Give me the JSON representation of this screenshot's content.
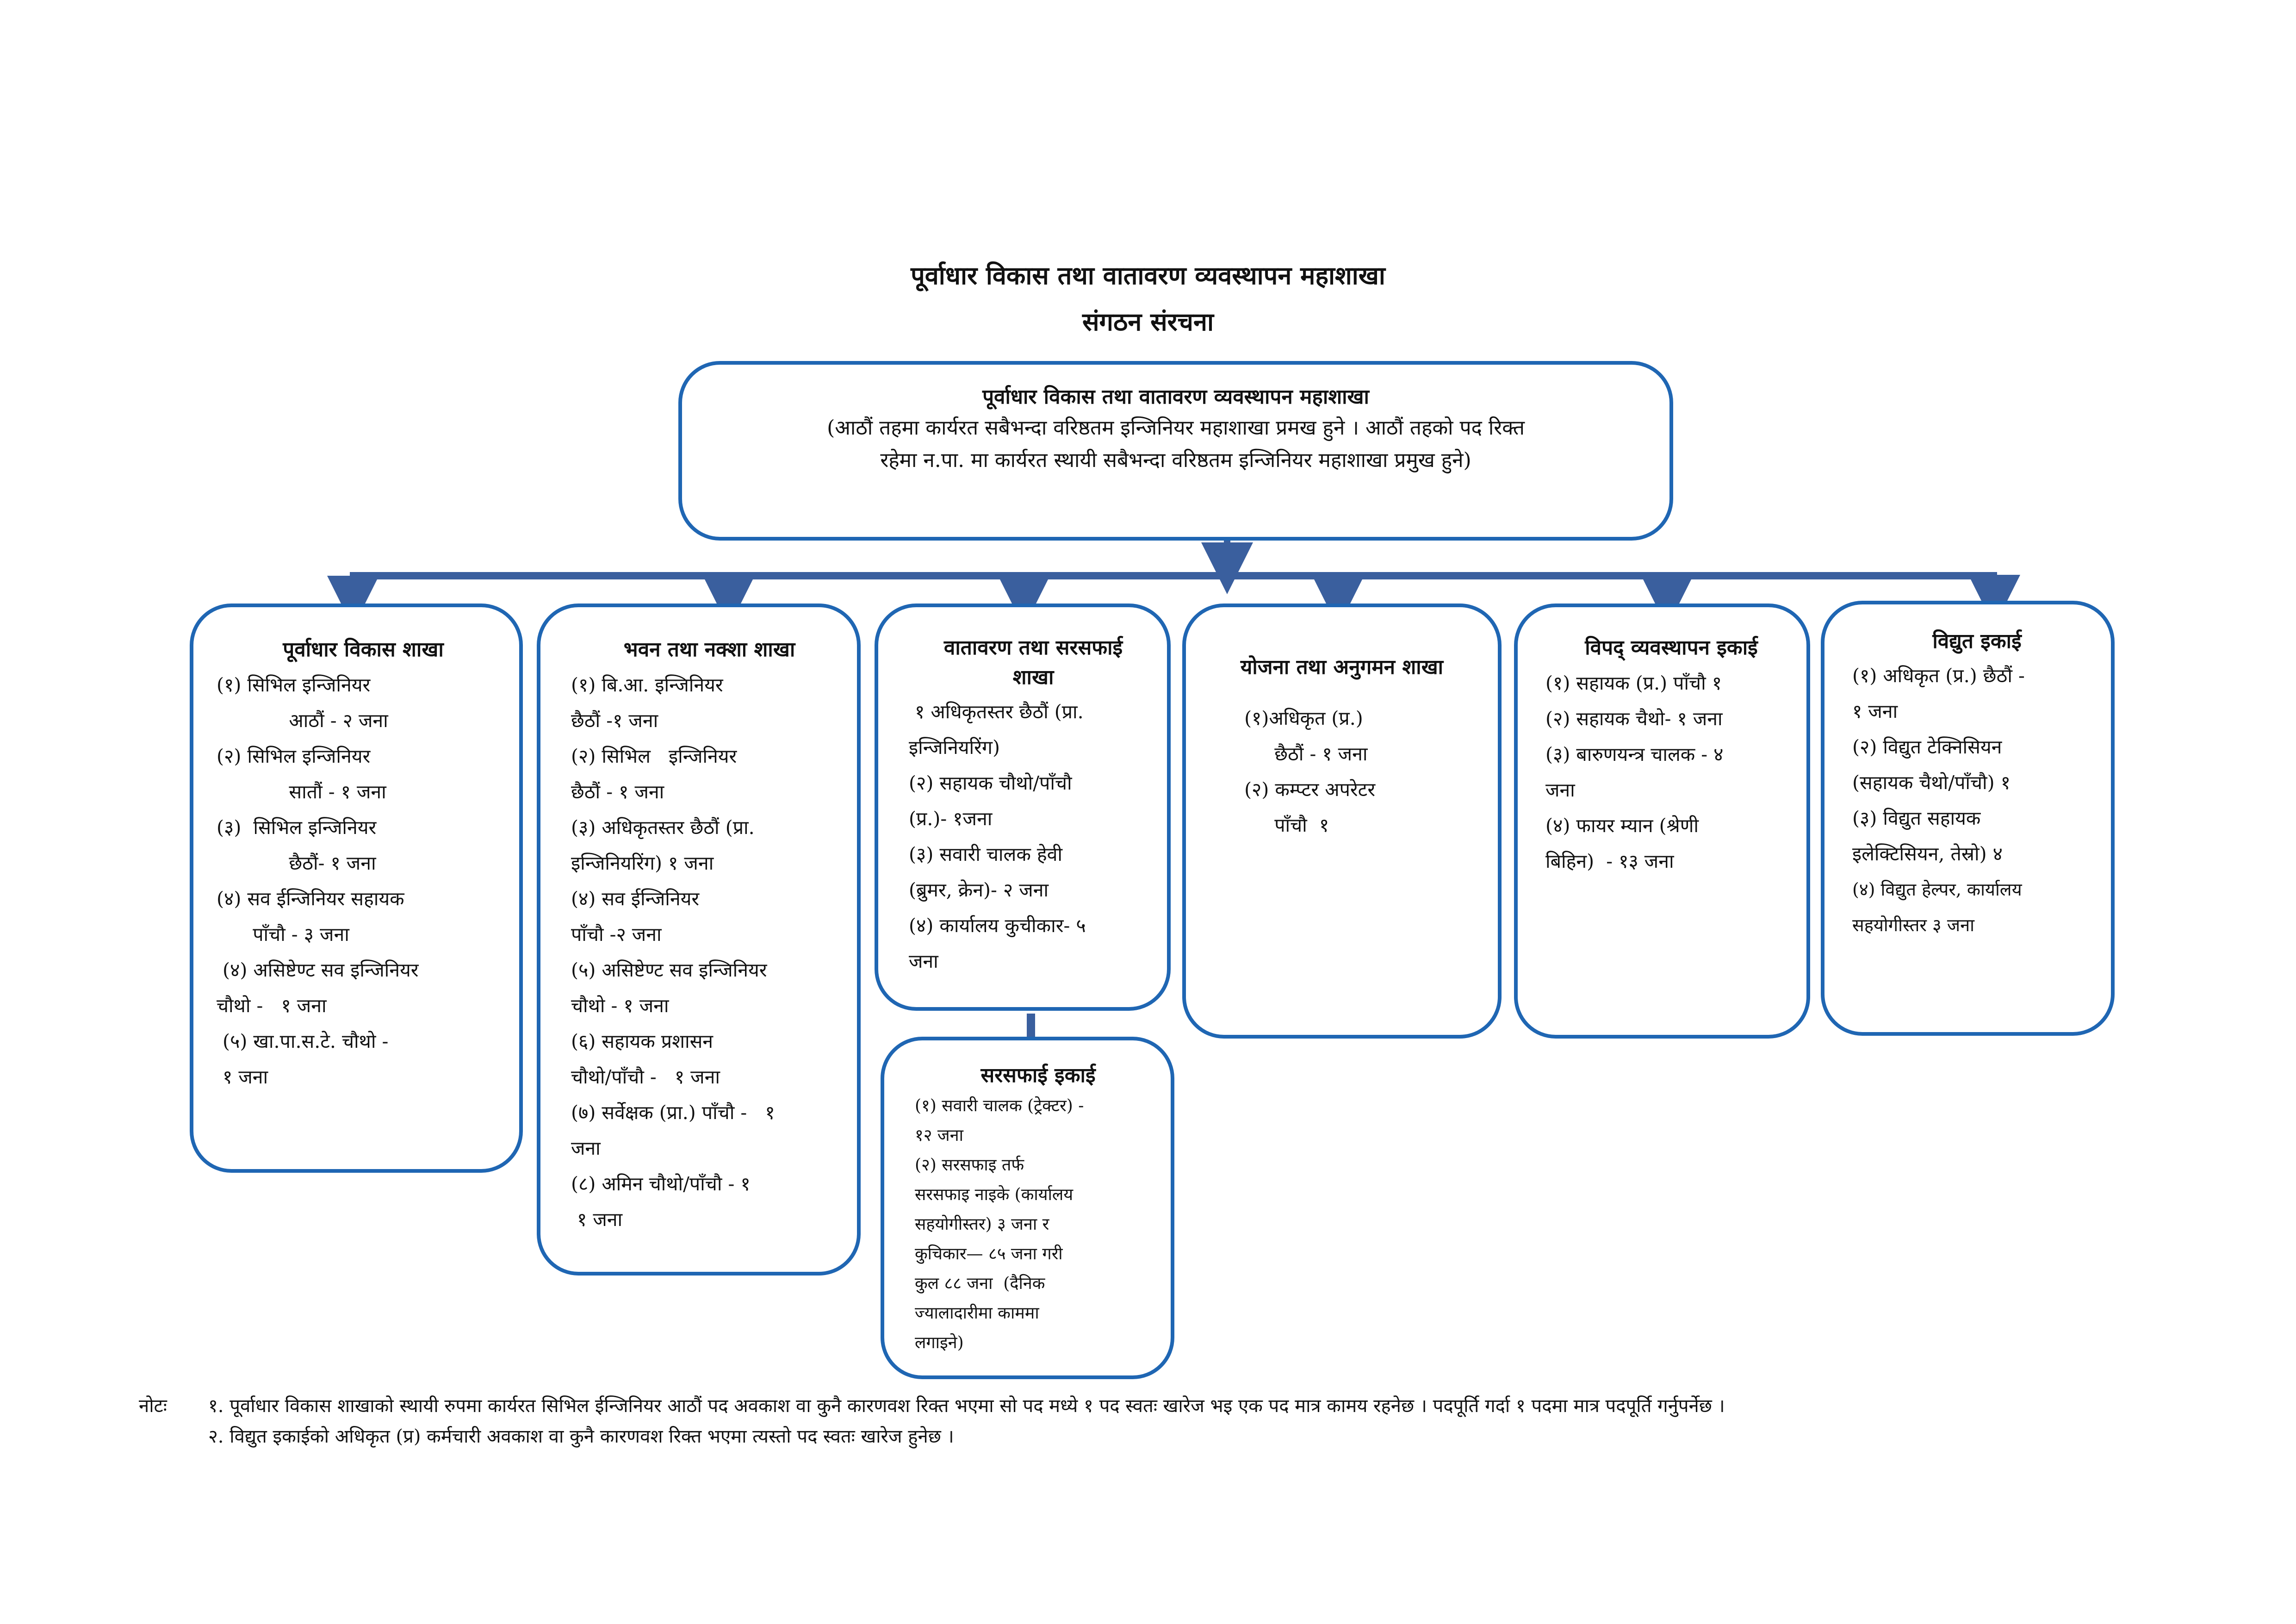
{
  "title": {
    "line1": "पूर्वाधार विकास तथा वातावरण व्यवस्थापन महाशाखा",
    "line2": "संगठन संरचना"
  },
  "colors": {
    "box_border": "#1f66b3",
    "connector": "#3a5f9e"
  },
  "top_box": {
    "heading": "पूर्वाधार विकास तथा वातावरण व्यवस्थापन महाशाखा",
    "desc1": "(आठौं तहमा कार्यरत सबैभन्दा वरिष्ठतम इन्जिनियर महाशाखा प्रमख हुने । आठौं तहको पद रिक्त",
    "desc2": "रहेमा न.पा. मा कार्यरत स्थायी सबैभन्दा वरिष्ठतम इन्जिनियर महाशाखा प्रमुख हुने)"
  },
  "branches": [
    {
      "heading": "पूर्वाधार विकास शाखा",
      "lines": [
        "(१) सिभिल इन्जिनियर",
        "            आठौं - २ जना",
        "(२) सिभिल इन्जिनियर",
        "            सातौं - १ जना",
        "(३)  सिभिल इन्जिनियर",
        "            छैठौं- १ जना",
        "(४) सव ईन्जिनियर सहायक",
        "      पाँचौ - ३ जना",
        " (४) असिष्टेण्ट सव इन्जिनियर",
        "चौथो -   १ जना",
        " (५) खा.पा.स.टे. चौथो -",
        " १ जना"
      ]
    },
    {
      "heading": "भवन तथा नक्शा शाखा",
      "lines": [
        "(१) बि.आ. इन्जिनियर",
        "छैठौं -१ जना",
        "(२) सिभिल   इन्जिनियर",
        "छैठौं - १ जना",
        "(३) अधिकृतस्तर छैठौं (प्रा.",
        "इन्जिनियरिंग) १ जना",
        "(४) सव ईन्जिनियर",
        "पाँचौ -२ जना",
        "(५) असिष्टेण्ट सव इन्जिनियर",
        "चौथो - १ जना",
        "(६) सहायक प्रशासन",
        "चौथो/पाँचौ -   १ जना",
        "(७) सर्वेक्षक (प्रा.) पाँचौ -   १",
        "जना",
        "(८) अमिन चौथो/पाँचौ - १",
        " १ जना"
      ]
    },
    {
      "heading": "वातावरण तथा  सरसफाई",
      "heading2": "शाखा",
      "lines": [
        " १ अधिकृतस्तर छैठौं (प्रा.",
        "इन्जिनियरिंग)",
        "(२) सहायक चौथो/पाँचौ",
        "(प्र.)- १जना",
        "(३) सवारी चालक हेवी",
        "(ब्रुमर, क्रेन)- २ जना",
        "(४) कार्यालय कुचीकार- ५",
        "जना"
      ]
    },
    {
      "heading": "योजना तथा अनुगमन शाखा",
      "lines": [
        "  (१)अधिकृत (प्र.)",
        "       छैठौं - १ जना",
        "  (२) कम्प्टर अपरेटर",
        "       पाँचौ  १"
      ]
    },
    {
      "heading": "विपद् व्यवस्थापन इकाई",
      "lines": [
        "(१) सहायक (प्र.) पाँचौ १",
        "(२) सहायक चैथो- १ जना",
        "(३) बारुणयन्त्र चालक - ४",
        "जना",
        "(४) फायर म्यान (श्रेणी",
        "बिहिन)  - १३ जना"
      ]
    },
    {
      "heading": "विद्युत इकाई",
      "lines": [
        "(१) अधिकृत (प्र.) छैठौं -",
        "१ जना",
        "(२) विद्युत टेक्निसियन",
        "(सहायक चैथो/पाँचौ) १",
        "(३) विद्युत सहायक",
        "इलेक्टिसियन, तेस्रो) ४",
        "(४) विद्युत हेल्पर, कार्यालय",
        "सहयोगीस्तर ३ जना"
      ]
    }
  ],
  "sub_unit": {
    "heading": "सरसफाई इकाई",
    "lines": [
      "(१) सवारी चालक (ट्रेक्टर) -",
      "१२ जना",
      "(२) सरसफाइ तर्फ",
      "सरसफाइ नाइके (कार्यालय",
      "सहयोगीस्तर) ३ जना र",
      "कुचिकार— ८५ जना गरी",
      "कुल ८८ जना  (दैनिक",
      "ज्यालादारीमा काममा",
      "लगाइने)"
    ]
  },
  "notes": {
    "label": "नोटः",
    "item1": "१. पूर्वाधार विकास शाखाको स्थायी रुपमा कार्यरत सिभिल ईन्जिनियर आठौं पद अवकाश वा कुनै कारणवश रिक्त भएमा सो पद मध्ये १ पद स्वतः खारेज भइ एक पद मात्र कामय रहनेछ । पदपूर्ति गर्दा १ पदमा मात्र पदपूर्ति गर्नुपर्नेछ ।",
    "item2": "२. विद्युत इकाईको अधिकृत (प्र) कर्मचारी अवकाश वा कुनै कारणवश रिक्त भएमा त्यस्तो पद स्वतः खारेज हुनेछ ।"
  }
}
